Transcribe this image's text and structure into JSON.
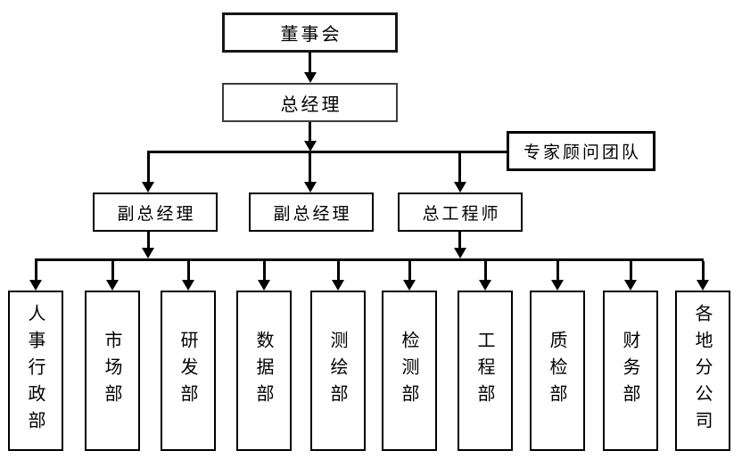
{
  "diagram": {
    "type": "org-chart",
    "background": "#ffffff",
    "line_color": "#000000",
    "nodes": {
      "board": {
        "label": "董事会"
      },
      "general_manager": {
        "label": "总经理"
      },
      "advisor_team": {
        "label": "专家顾问团队"
      },
      "middle": [
        {
          "id": "deputy_gm_1",
          "label": "副总经理"
        },
        {
          "id": "deputy_gm_2",
          "label": "副总经理"
        },
        {
          "id": "chief_engineer",
          "label": "总工程师"
        }
      ],
      "departments": [
        {
          "label": "人事行政部"
        },
        {
          "label": "市场部"
        },
        {
          "label": "研发部"
        },
        {
          "label": "数据部"
        },
        {
          "label": "测绘部"
        },
        {
          "label": "检测部"
        },
        {
          "label": "工程部"
        },
        {
          "label": "质检部"
        },
        {
          "label": "财务部"
        },
        {
          "label": "各地分公司"
        }
      ]
    },
    "edges": [
      {
        "from": "board",
        "to": "general_manager"
      },
      {
        "from": "general_manager",
        "to": "advisor_team"
      },
      {
        "from": "general_manager",
        "to": "deputy_gm_1"
      },
      {
        "from": "general_manager",
        "to": "deputy_gm_2"
      },
      {
        "from": "general_manager",
        "to": "chief_engineer"
      },
      {
        "from": "deputy_gm_1",
        "to": "department_bus"
      },
      {
        "from": "chief_engineer",
        "to": "department_bus"
      },
      {
        "from": "department_bus",
        "to": "all_departments"
      }
    ]
  }
}
